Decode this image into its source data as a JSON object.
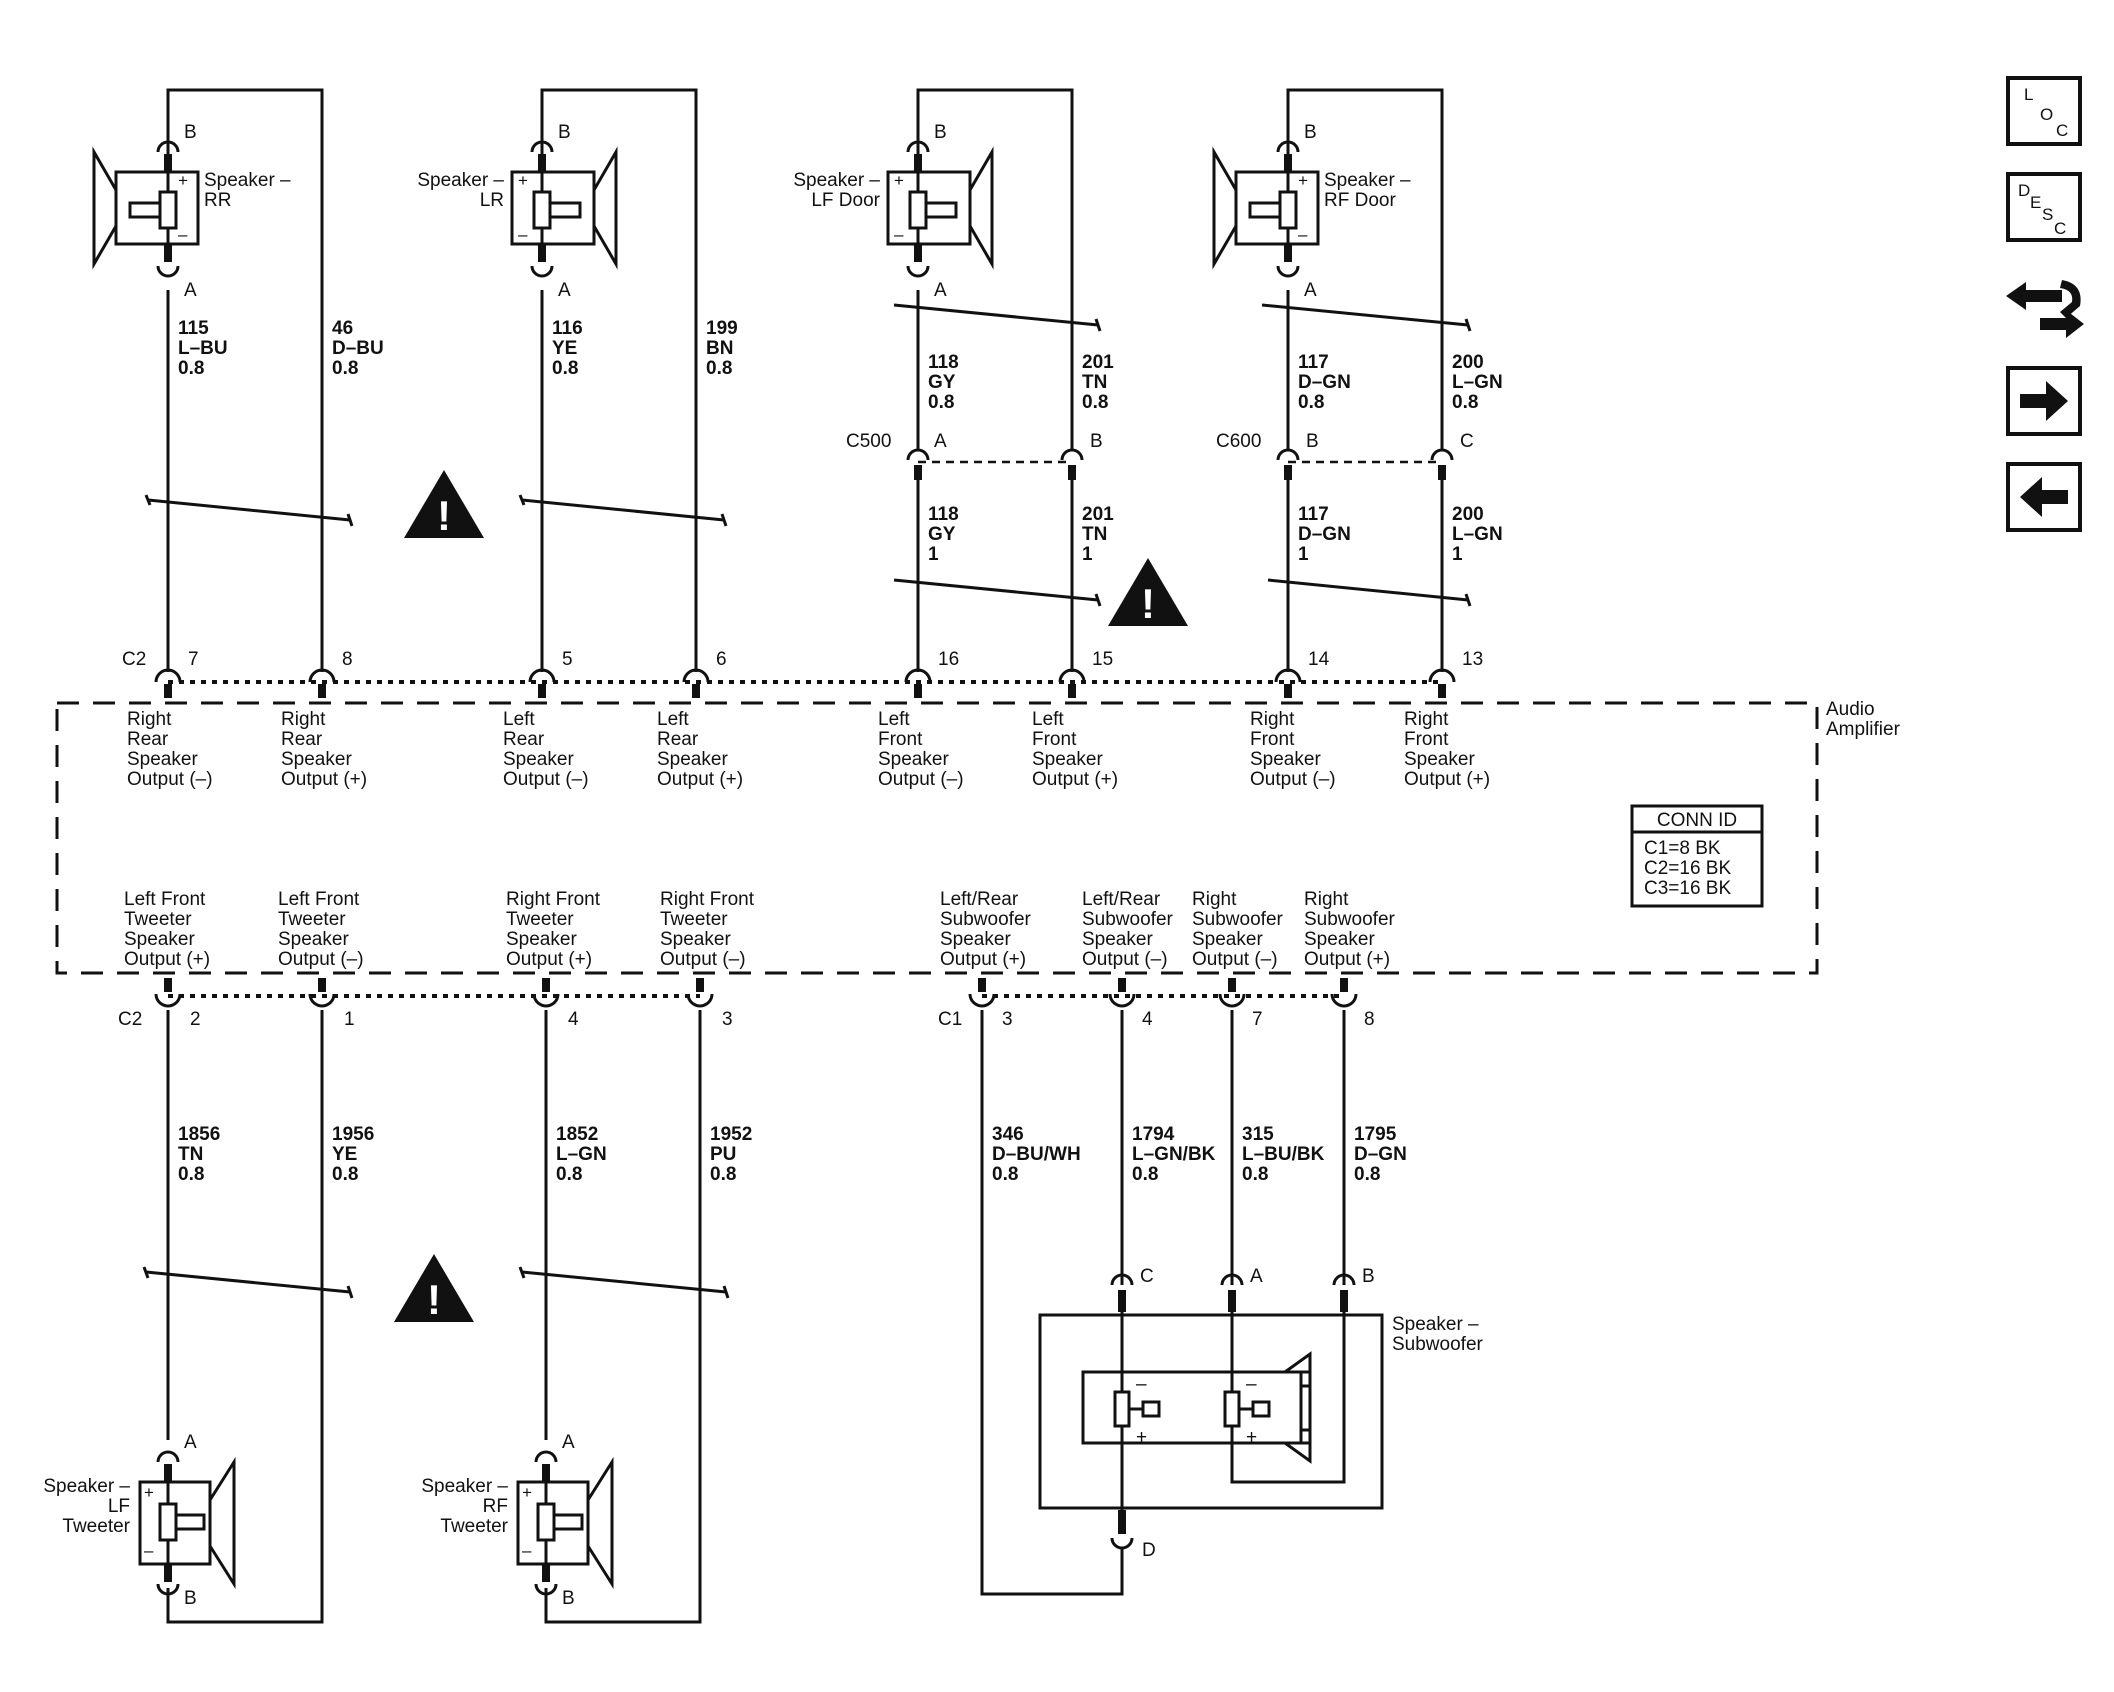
{
  "speakers_top": [
    {
      "label1": "Speaker –",
      "label2": "RR",
      "pin_top": "B",
      "pin_bottom": "A"
    },
    {
      "label1": "Speaker –",
      "label2": "LR",
      "pin_top": "B",
      "pin_bottom": "A"
    },
    {
      "label1": "Speaker –",
      "label2": "LF Door",
      "pin_top": "B",
      "pin_bottom": "A"
    },
    {
      "label1": "Speaker –",
      "label2": "RF Door",
      "pin_top": "B",
      "pin_bottom": "A"
    }
  ],
  "speakers_bottom": [
    {
      "label1": "Speaker –",
      "label2": "LF",
      "label3": "Tweeter",
      "pin_top": "A",
      "pin_bottom": "B"
    },
    {
      "label1": "Speaker –",
      "label2": "RF",
      "label3": "Tweeter",
      "pin_top": "A",
      "pin_bottom": "B"
    }
  ],
  "subwoofer": {
    "label1": "Speaker –",
    "label2": "Subwoofer",
    "pins": [
      "C",
      "A",
      "B",
      "D"
    ],
    "minus": "–",
    "plus": "+"
  },
  "wires_top_upper": [
    {
      "circuit": "115",
      "color": "L–BU",
      "gauge": "0.8"
    },
    {
      "circuit": "46",
      "color": "D–BU",
      "gauge": "0.8"
    },
    {
      "circuit": "116",
      "color": "YE",
      "gauge": "0.8"
    },
    {
      "circuit": "199",
      "color": "BN",
      "gauge": "0.8"
    },
    {
      "circuit": "118",
      "color": "GY",
      "gauge": "0.8"
    },
    {
      "circuit": "201",
      "color": "TN",
      "gauge": "0.8"
    },
    {
      "circuit": "117",
      "color": "D–GN",
      "gauge": "0.8"
    },
    {
      "circuit": "200",
      "color": "L–GN",
      "gauge": "0.8"
    }
  ],
  "wires_top_lower": [
    {
      "circuit": "118",
      "color": "GY",
      "gauge": "1"
    },
    {
      "circuit": "201",
      "color": "TN",
      "gauge": "1"
    },
    {
      "circuit": "117",
      "color": "D–GN",
      "gauge": "1"
    },
    {
      "circuit": "200",
      "color": "L–GN",
      "gauge": "1"
    }
  ],
  "wires_bottom": [
    {
      "circuit": "1856",
      "color": "TN",
      "gauge": "0.8"
    },
    {
      "circuit": "1956",
      "color": "YE",
      "gauge": "0.8"
    },
    {
      "circuit": "1852",
      "color": "L–GN",
      "gauge": "0.8"
    },
    {
      "circuit": "1952",
      "color": "PU",
      "gauge": "0.8"
    },
    {
      "circuit": "346",
      "color": "D–BU/WH",
      "gauge": "0.8"
    },
    {
      "circuit": "1794",
      "color": "L–GN/BK",
      "gauge": "0.8"
    },
    {
      "circuit": "315",
      "color": "L–BU/BK",
      "gauge": "0.8"
    },
    {
      "circuit": "1795",
      "color": "D–GN",
      "gauge": "0.8"
    }
  ],
  "inline_connectors": [
    {
      "name": "C500",
      "pins": [
        "A",
        "B"
      ]
    },
    {
      "name": "C600",
      "pins": [
        "B",
        "C"
      ]
    }
  ],
  "amp_connectors": {
    "top_name": "C2",
    "top_pins": [
      "7",
      "8",
      "5",
      "6",
      "16",
      "15",
      "14",
      "13"
    ],
    "bottom_left_name": "C2",
    "bottom_left_pins": [
      "2",
      "1",
      "4",
      "3"
    ],
    "bottom_right_name": "C1",
    "bottom_right_pins": [
      "3",
      "4",
      "7",
      "8"
    ]
  },
  "amplifier": {
    "name_line1": "Audio",
    "name_line2": "Amplifier",
    "outputs_top": [
      [
        "Right",
        "Rear",
        "Speaker",
        "Output (–)"
      ],
      [
        "Right",
        "Rear",
        "Speaker",
        "Output (+)"
      ],
      [
        "Left",
        "Rear",
        "Speaker",
        "Output (–)"
      ],
      [
        "Left",
        "Rear",
        "Speaker",
        "Output (+)"
      ],
      [
        "Left",
        "Front",
        "Speaker",
        "Output (–)"
      ],
      [
        "Left",
        "Front",
        "Speaker",
        "Output (+)"
      ],
      [
        "Right",
        "Front",
        "Speaker",
        "Output (–)"
      ],
      [
        "Right",
        "Front",
        "Speaker",
        "Output (+)"
      ]
    ],
    "outputs_bottom": [
      [
        "Left Front",
        "Tweeter",
        "Speaker",
        "Output (+)"
      ],
      [
        "Left Front",
        "Tweeter",
        "Speaker",
        "Output (–)"
      ],
      [
        "Right Front",
        "Tweeter",
        "Speaker",
        "Output (+)"
      ],
      [
        "Right Front",
        "Tweeter",
        "Speaker",
        "Output (–)"
      ],
      [
        "Left/Rear",
        "Subwoofer",
        "Speaker",
        "Output (+)"
      ],
      [
        "Left/Rear",
        "Subwoofer",
        "Speaker",
        "Output (–)"
      ],
      [
        "Right",
        "Subwoofer",
        "Speaker",
        "Output (–)"
      ],
      [
        "Right",
        "Subwoofer",
        "Speaker",
        "Output (+)"
      ]
    ]
  },
  "conn_id": {
    "title": "CONN ID",
    "lines": [
      "C1=8 BK",
      "C2=16 BK",
      "C3=16 BK"
    ]
  },
  "nav": {
    "loc": [
      "L",
      "O",
      "C"
    ],
    "desc": [
      "D",
      "E",
      "S",
      "C"
    ]
  }
}
